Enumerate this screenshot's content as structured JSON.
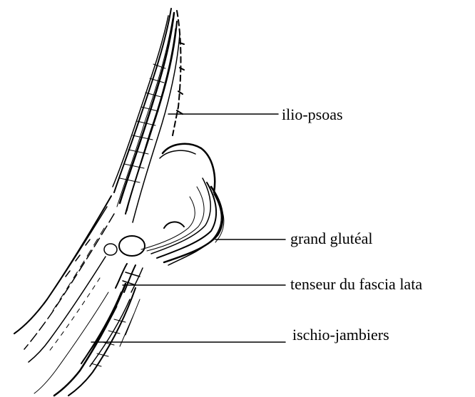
{
  "labels": {
    "ilio_psoas": "ilio-psoas",
    "grand_gluteal": "grand glutéal",
    "tenseur": "tenseur du fascia lata",
    "ischio": "ischio-jambiers"
  }
}
